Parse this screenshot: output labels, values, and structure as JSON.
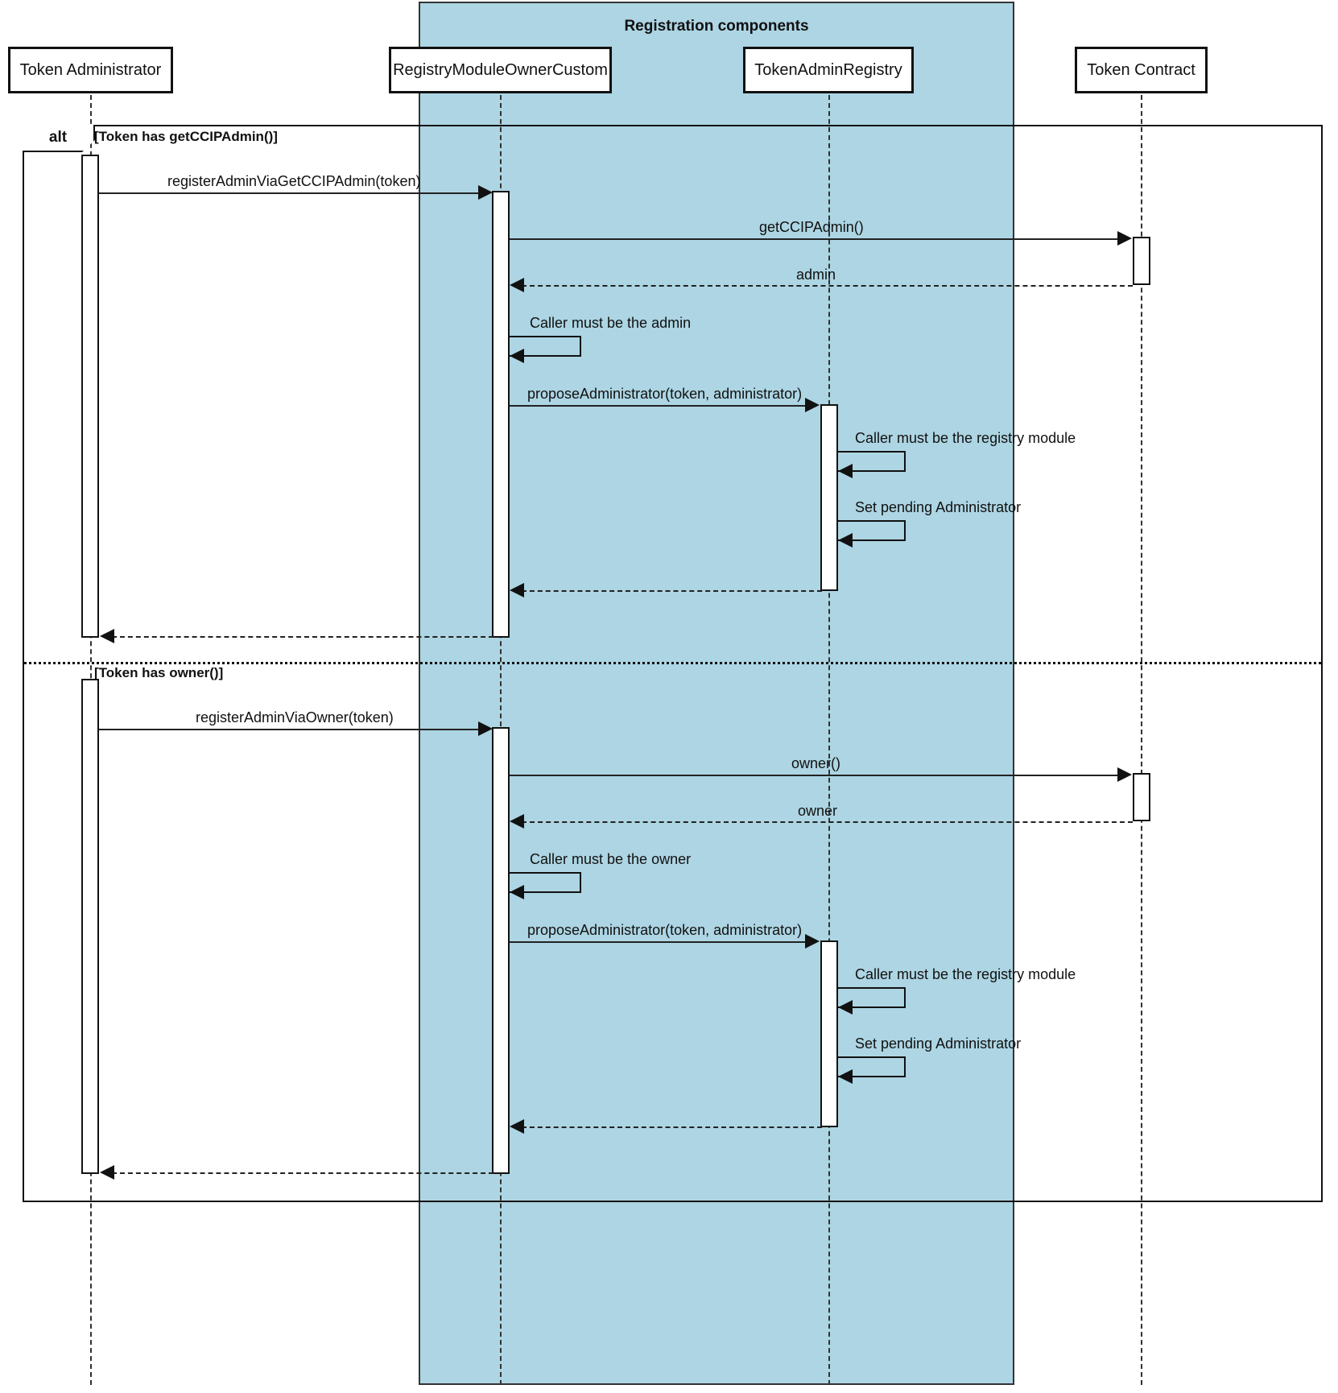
{
  "diagram": {
    "type": "uml-sequence-diagram",
    "group": {
      "label": "Registration components"
    },
    "participants": [
      {
        "id": "admin",
        "label": "Token Administrator",
        "in_group": false
      },
      {
        "id": "registry",
        "label": "RegistryModuleOwnerCustom",
        "in_group": true
      },
      {
        "id": "tar",
        "label": "TokenAdminRegistry",
        "in_group": true
      },
      {
        "id": "token",
        "label": "Token Contract",
        "in_group": false
      }
    ],
    "fragment": {
      "operator": "alt",
      "branches": [
        {
          "guard": "[Token has getCCIPAdmin()]"
        },
        {
          "guard": "[Token has owner()]"
        }
      ]
    },
    "messages": [
      {
        "text": "registerAdminViaGetCCIPAdmin(token)",
        "from": "admin",
        "to": "registry",
        "kind": "call"
      },
      {
        "text": "getCCIPAdmin()",
        "from": "registry",
        "to": "token",
        "kind": "call"
      },
      {
        "text": "admin",
        "from": "token",
        "to": "registry",
        "kind": "return"
      },
      {
        "text": "Caller must be the admin",
        "from": "registry",
        "to": "registry",
        "kind": "self"
      },
      {
        "text": "proposeAdministrator(token, administrator)",
        "from": "registry",
        "to": "tar",
        "kind": "call"
      },
      {
        "text": "Caller must be the registry module",
        "from": "tar",
        "to": "tar",
        "kind": "self"
      },
      {
        "text": "Set pending Administrator",
        "from": "tar",
        "to": "tar",
        "kind": "self"
      },
      {
        "text": "",
        "from": "tar",
        "to": "registry",
        "kind": "return"
      },
      {
        "text": "",
        "from": "registry",
        "to": "admin",
        "kind": "return"
      },
      {
        "text": "registerAdminViaOwner(token)",
        "from": "admin",
        "to": "registry",
        "kind": "call"
      },
      {
        "text": "owner()",
        "from": "registry",
        "to": "token",
        "kind": "call"
      },
      {
        "text": "owner",
        "from": "token",
        "to": "registry",
        "kind": "return"
      },
      {
        "text": "Caller must be the owner",
        "from": "registry",
        "to": "registry",
        "kind": "self"
      },
      {
        "text": "proposeAdministrator(token, administrator)",
        "from": "registry",
        "to": "tar",
        "kind": "call"
      },
      {
        "text": "Caller must be the registry module",
        "from": "tar",
        "to": "tar",
        "kind": "self"
      },
      {
        "text": "Set pending Administrator",
        "from": "tar",
        "to": "tar",
        "kind": "self"
      },
      {
        "text": "",
        "from": "tar",
        "to": "registry",
        "kind": "return"
      },
      {
        "text": "",
        "from": "registry",
        "to": "admin",
        "kind": "return"
      }
    ],
    "colors": {
      "group_fill": "#ADD5E3",
      "line": "#111111",
      "background": "#ffffff"
    }
  }
}
